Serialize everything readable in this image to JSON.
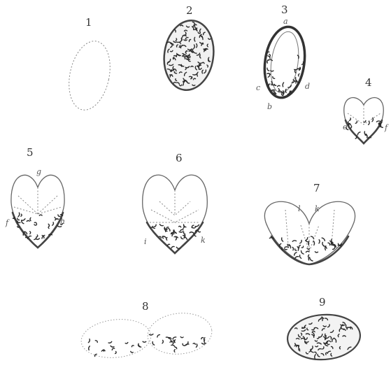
{
  "figures": [
    {
      "number": "1"
    },
    {
      "number": "2"
    },
    {
      "number": "3",
      "letters": [
        "a",
        "c",
        "d",
        "b"
      ]
    },
    {
      "number": "4",
      "letters": [
        "e",
        "f"
      ]
    },
    {
      "number": "5",
      "letters": [
        "g",
        "f",
        "h"
      ]
    },
    {
      "number": "6",
      "letters": [
        "i",
        "k"
      ]
    },
    {
      "number": "7",
      "letters": [
        "l",
        "k"
      ]
    },
    {
      "number": "8"
    },
    {
      "number": "9"
    }
  ]
}
